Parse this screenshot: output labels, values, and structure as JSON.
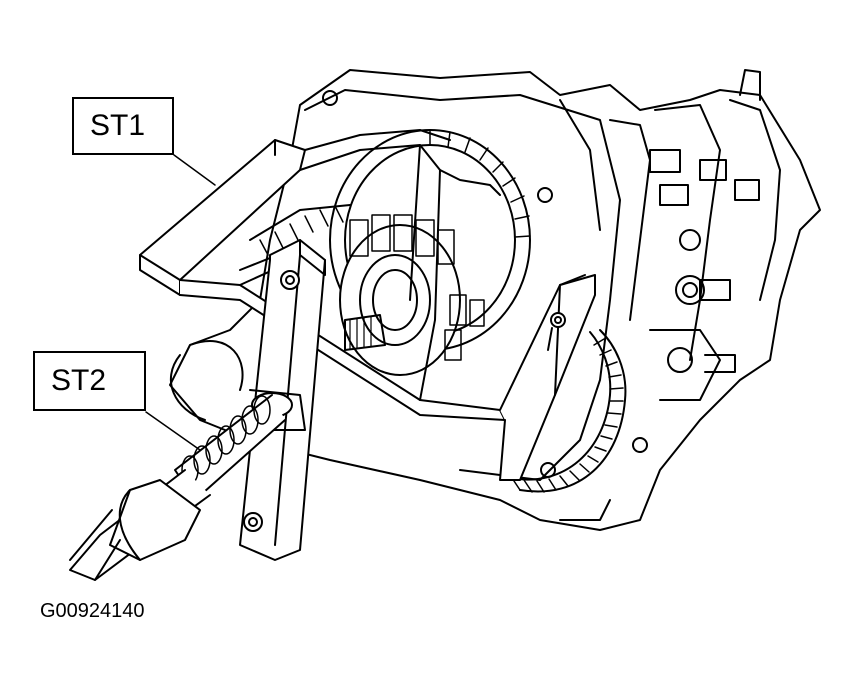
{
  "callouts": {
    "st1": "ST1",
    "st2": "ST2"
  },
  "figure_id": "G00924140",
  "colors": {
    "line": "#000000",
    "background": "#ffffff"
  }
}
